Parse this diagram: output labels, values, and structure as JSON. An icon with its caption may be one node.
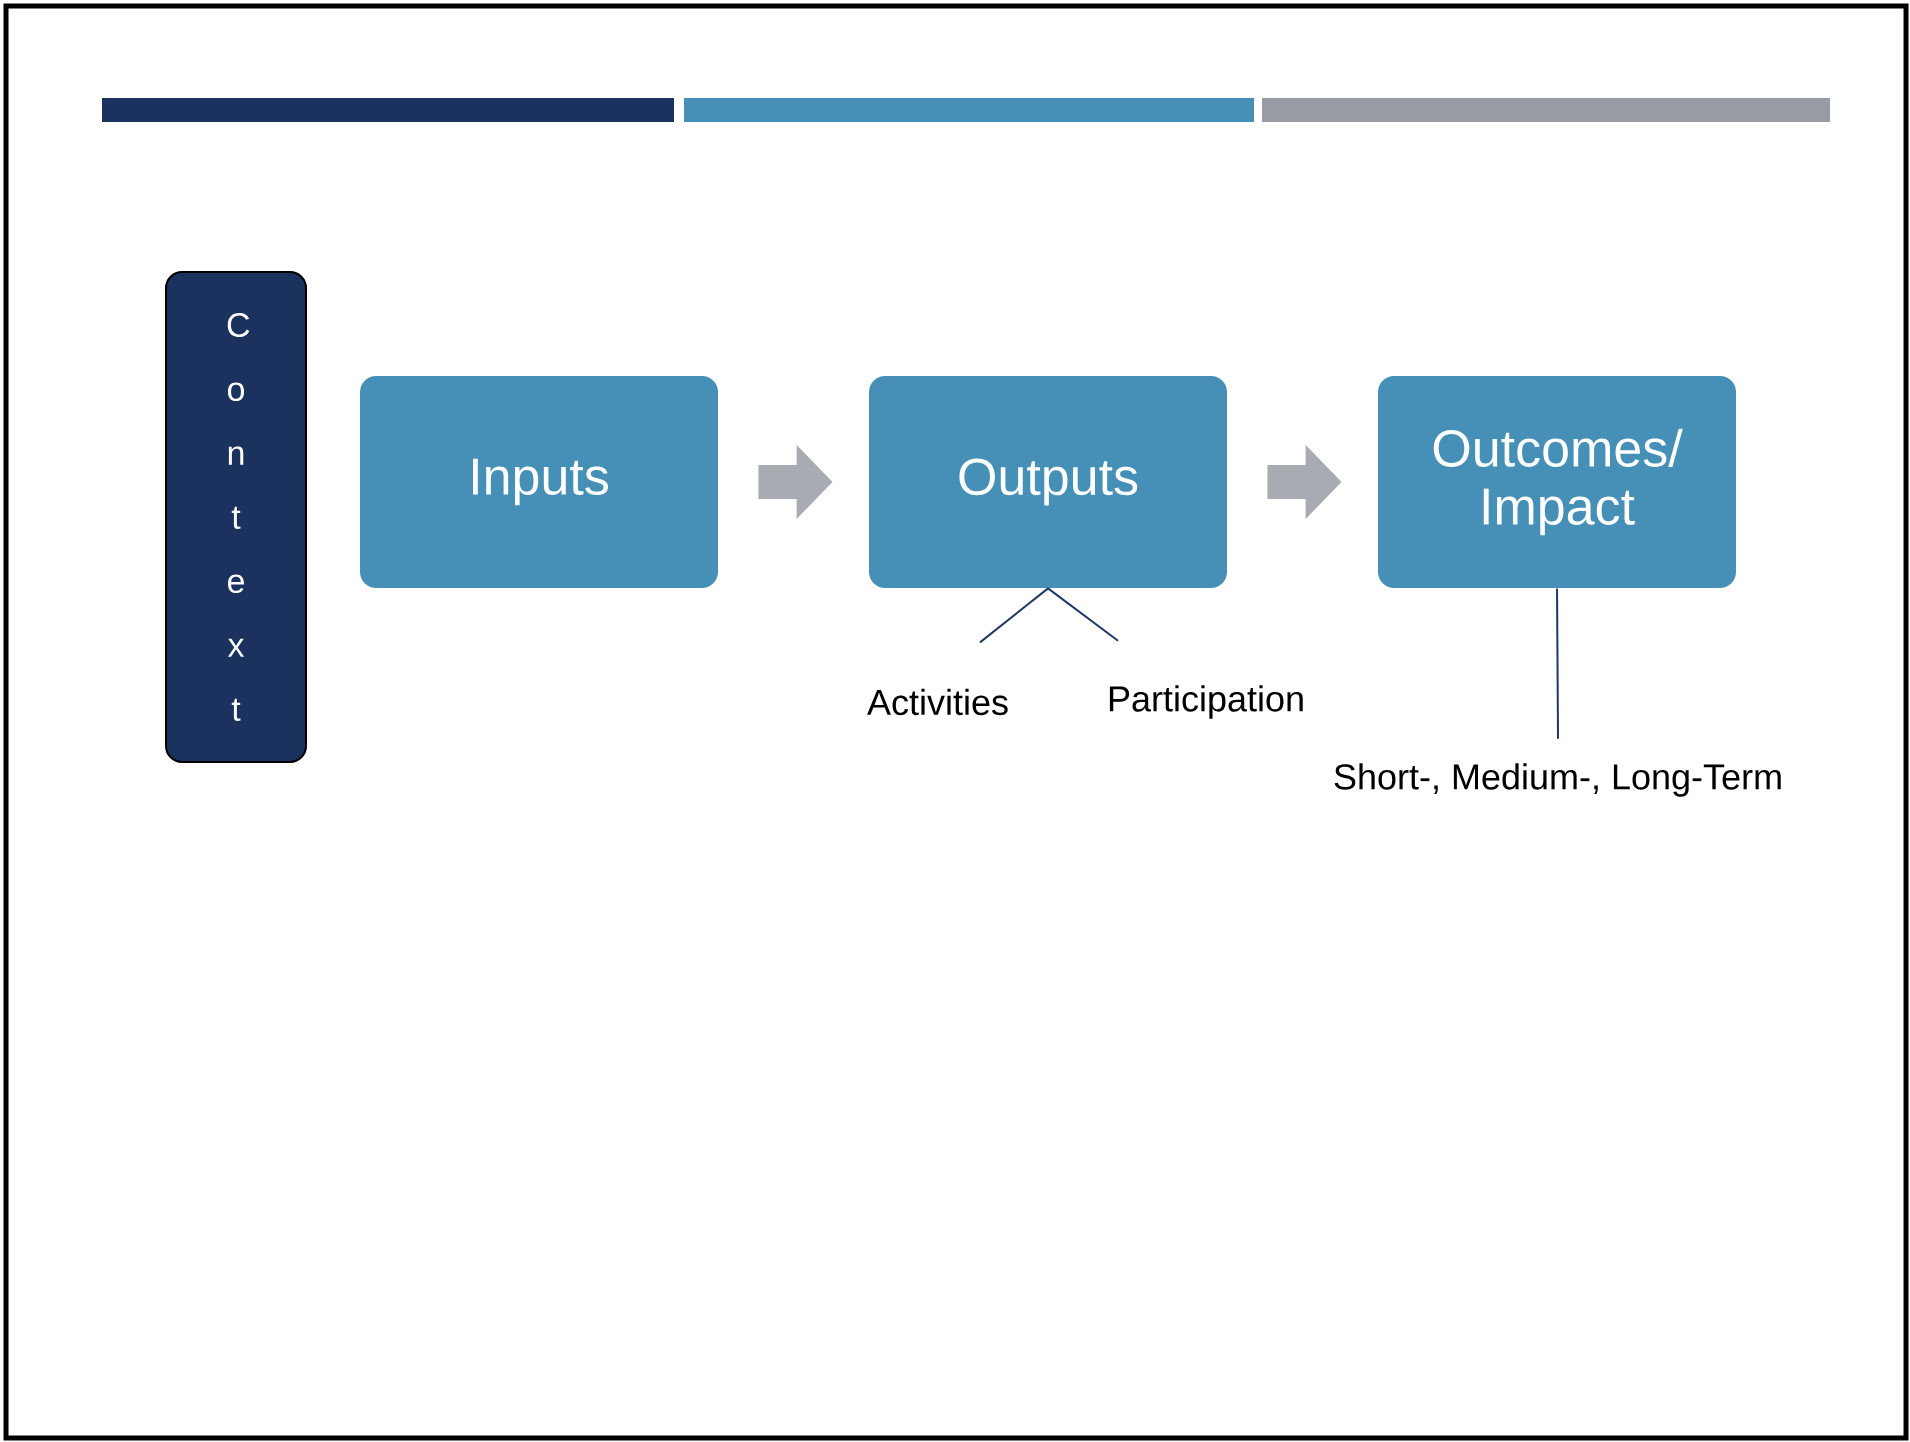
{
  "diagram": {
    "nodes": [
      {
        "text": [
          "C o n t e x t"
        ]
      },
      {
        "text": [
          "Inputs"
        ]
      },
      {
        "text": [
          "Outputs"
        ]
      },
      {
        "text": [
          "Outcomes/ Impact"
        ]
      },
      {
        "text": [
          "Activities"
        ]
      },
      {
        "text": [
          "Participation"
        ]
      },
      {
        "text": [
          "Short-, Medium-, Long-Term"
        ]
      }
    ],
    "edges": [
      {
        "from": 1,
        "to": 2,
        "arrow": "to",
        "style": "thick",
        "color": "#a9abb2"
      },
      {
        "from": 2,
        "to": 3,
        "arrow": "to",
        "style": "thick",
        "color": "#a9abb2"
      },
      {
        "from": 2,
        "to": 4,
        "arrow": "none"
      },
      {
        "from": 2,
        "to": 5,
        "arrow": "none"
      },
      {
        "from": 3,
        "to": 6,
        "arrow": "none"
      }
    ]
  }
}
